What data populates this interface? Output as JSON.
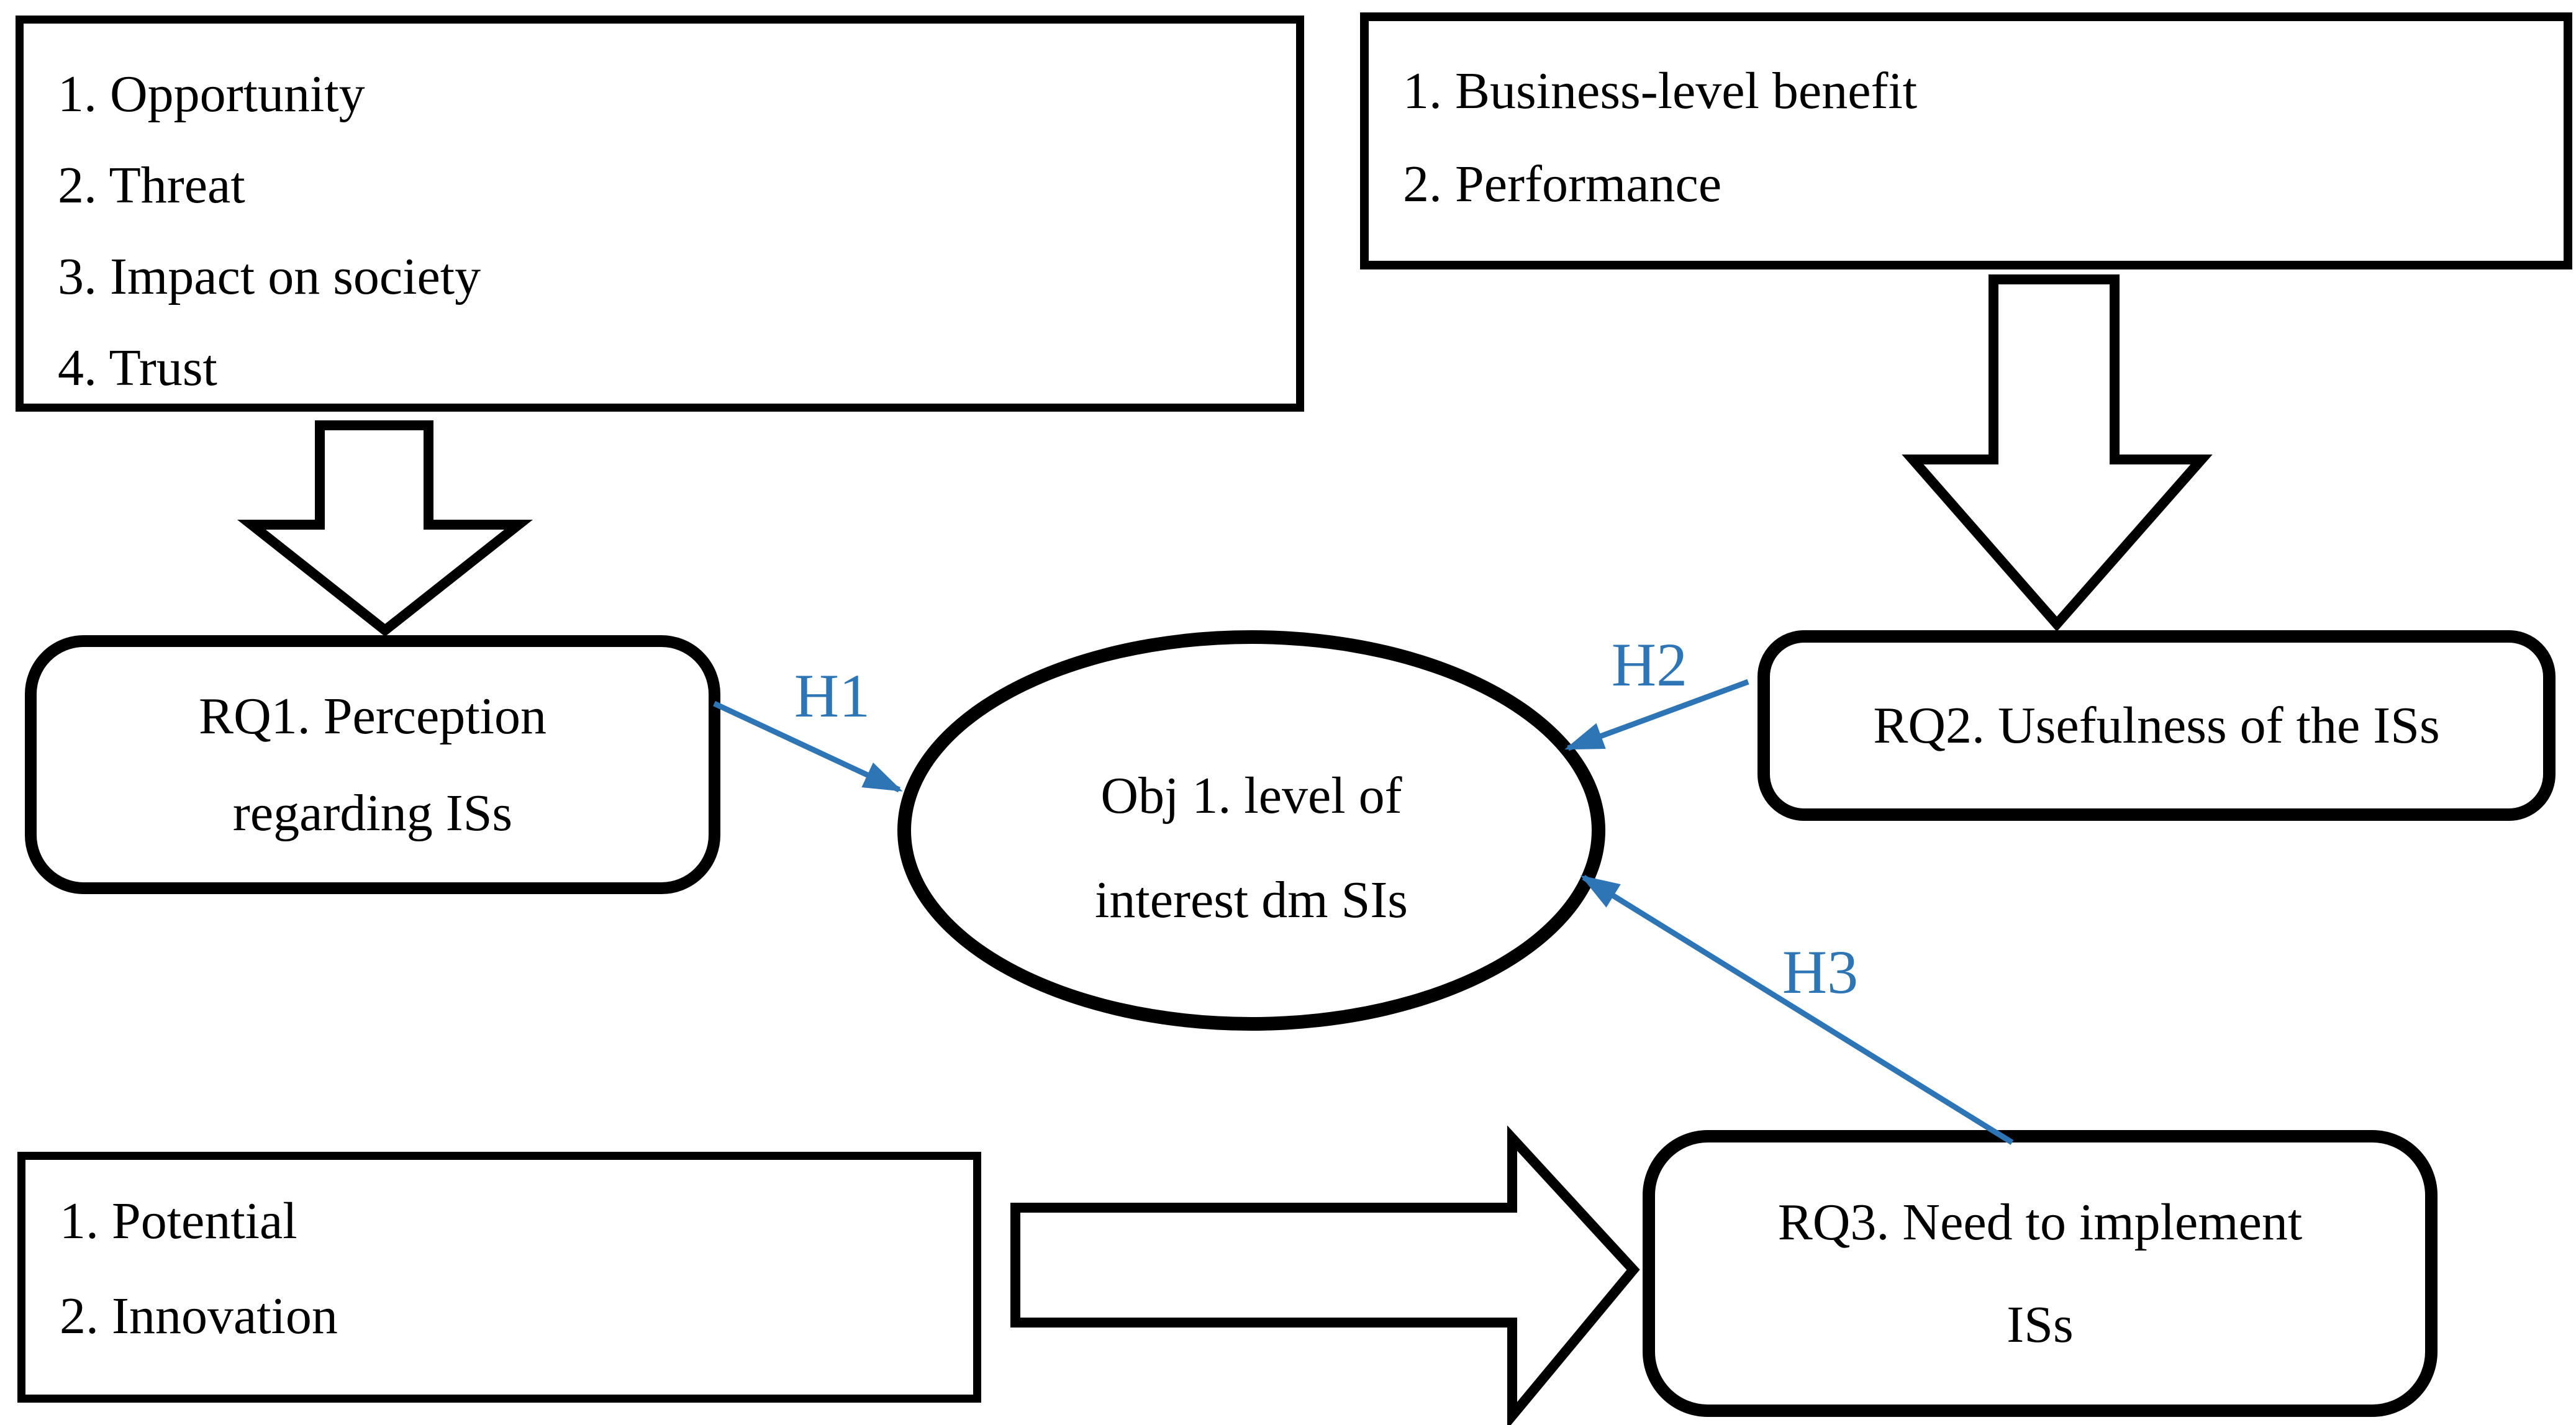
{
  "colors": {
    "ink": "#000000",
    "accent_blue": "#2E75B6",
    "background": "#ffffff"
  },
  "factor_boxes": {
    "perception_factors": {
      "items": [
        "1. Opportunity",
        "2. Threat",
        "3. Impact on society",
        "4. Trust"
      ]
    },
    "usefulness_factors": {
      "items": [
        "1. Business-level benefit",
        "2. Performance"
      ]
    },
    "need_factors": {
      "items": [
        "1. Potential",
        "2. Innovation"
      ]
    }
  },
  "nodes": {
    "rq1": {
      "line1": "RQ1. Perception",
      "line2": "regarding ISs"
    },
    "rq2": {
      "line1": "RQ2. Usefulness of the ISs"
    },
    "rq3": {
      "line1": "RQ3. Need to implement",
      "line2": "ISs"
    },
    "objective": {
      "line1": "Obj 1. level of",
      "line2": "interest dm SIs"
    }
  },
  "hypothesis_labels": {
    "h1": "H1",
    "h2": "H2",
    "h3": "H3"
  }
}
